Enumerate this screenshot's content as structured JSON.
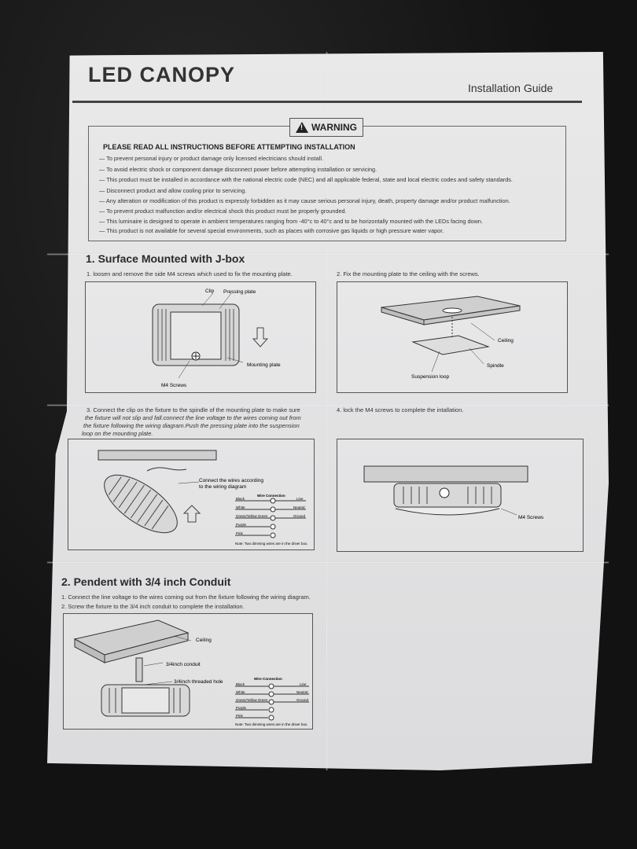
{
  "header": {
    "title": "LED CANOPY",
    "subtitle": "Installation Guide"
  },
  "warning": {
    "label": "WARNING",
    "heading": "PLEASE READ ALL INSTRUCTIONS BEFORE ATTEMPTING INSTALLATION",
    "lines": [
      "— To prevent personal injury or product damage only licensed electricians should install.",
      "— To avoid electric shock or component damage disconnect power before attempting installation or servicing.",
      "— This product must be installed in accordance with the national electric code (NEC) and all applicable federal, state and local electric codes and safety standards.",
      "— Disconnect product and allow cooling prior to servicing.",
      "— Any alteration or modification of this product is expressly forbidden as it may cause serious personal injury, death, property damage and/or product malfunction.",
      "— To prevent product malfunction and/or electrical shock this product must be properly grounded.",
      "— This luminaire is designed to operate in ambient temperatures ranging from -40°c to 40°c and to be horizontally mounted with the LEDs facing down.",
      "— This product is not available for several special environments, such as places with corrosive gas liquids or high pressure water vapor."
    ]
  },
  "section1": {
    "heading": "1. Surface Mounted with J-box",
    "step1": "1. loosen and remove the side M4 screws which used to fix the mounting plate.",
    "step2": "2. Fix the mounting plate to the ceiling with the screws.",
    "step3a": "3. Connect the clip on the fixture to the spindle of the mounting plate to make sure",
    "step3b": "the fixture will not slip and fall.connect the line voltage to the wires coming out from",
    "step3c": "the fixture following the wiring diagram.Push the pressing plate into the suspension",
    "step3d": "loop on the mounting plate.",
    "step4": "4. lock the M4 screws to complete the intallation.",
    "fig1": {
      "clip": "Clip",
      "pressing_plate": "Pressing plate",
      "mounting_plate": "Mounting plate",
      "m4_screws": "M4 Screws"
    },
    "fig2": {
      "ceiling": "Ceiling",
      "spindle": "Spindle",
      "suspension_loop": "Suspension loop"
    },
    "fig3": {
      "connect_a": "Connect the wires according",
      "connect_b": "to the wiring diagram"
    },
    "fig4": {
      "m4_screws": "M4 Screws"
    }
  },
  "wiring": {
    "title": "Wire Connection",
    "rows": [
      {
        "left": "Black",
        "right": "Line"
      },
      {
        "left": "White",
        "right": "Neutral"
      },
      {
        "left": "Green/Yellow Green",
        "right": "Ground"
      },
      {
        "left": "Purple",
        "right": ""
      },
      {
        "left": "Pink",
        "right": ""
      }
    ],
    "note": "Note: Two dimming wires are in the driver box."
  },
  "section2": {
    "heading": "2. Pendent with 3/4 inch Conduit",
    "step1": "1. Connect the line voltage to the wires coming out from the fixture following the wiring diagram.",
    "step2": "2. Screw the fixture to the  3/4 inch  conduit to complete the installation.",
    "fig": {
      "ceiling": "Ceiling",
      "conduit": "3/4inch  conduit",
      "threaded_hole": "3/4inch threaded hole"
    }
  }
}
